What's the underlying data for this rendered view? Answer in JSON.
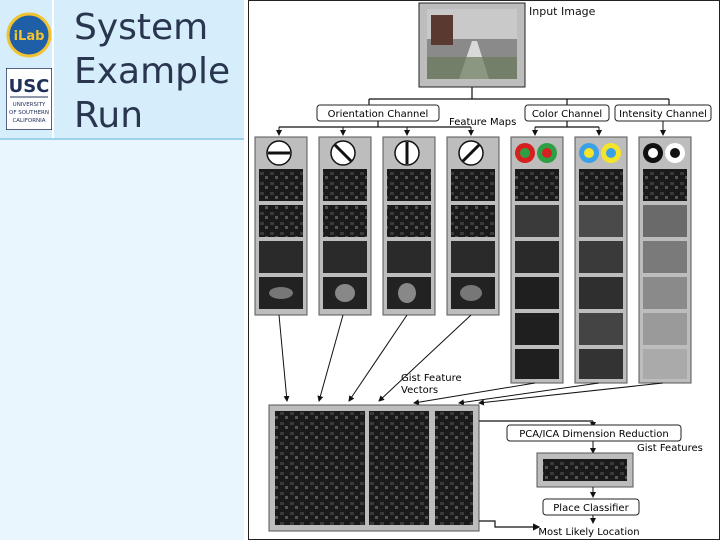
{
  "slide": {
    "title_lines": [
      "System",
      "Example",
      "Run"
    ]
  },
  "logos": {
    "ilab_text": "iLab",
    "usc_text": "USC",
    "usc_subtext": [
      "UNIVERSITY",
      "OF SOUTHERN",
      "CALIFORNIA"
    ]
  },
  "diagram": {
    "input_label": "Input Image",
    "orientation_label": "Orientation Channel",
    "color_label": "Color Channel",
    "intensity_label": "Intensity Channel",
    "feature_maps_label": "Feature Maps",
    "gist_vectors_label": [
      "Gist Feature",
      "Vectors"
    ],
    "pca_label": "PCA/ICA Dimension Reduction",
    "gist_features_label": "Gist Features",
    "classifier_label": "Place Classifier",
    "location_label": "Most Likely Location"
  },
  "colors": {
    "accent_blue": "#9fd0ee",
    "title_text": "#2a3550",
    "red": "#d62020",
    "green": "#2ea043",
    "blue": "#3aa0e8",
    "yellow": "#f5e52a"
  }
}
